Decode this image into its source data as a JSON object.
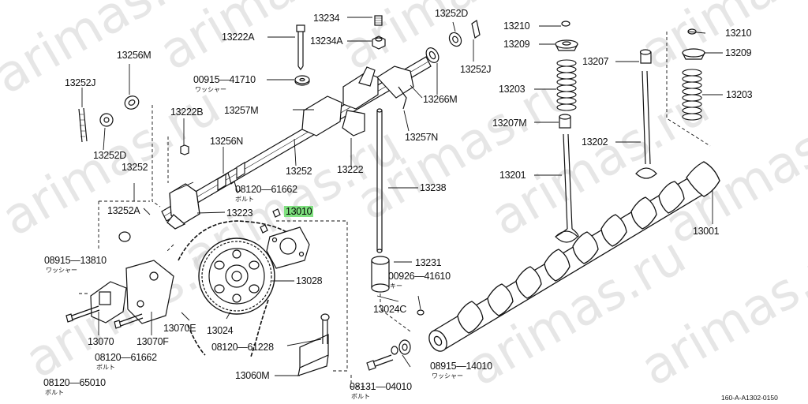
{
  "watermark": "arimas.ru",
  "diagram_ref": "160-A-A1302-0150",
  "highlight_part": "13010",
  "labels": {
    "p13234": "13234",
    "p13234A": "13234A",
    "p13252D_top": "13252D",
    "p13210_a": "13210",
    "p13209_a": "13209",
    "p13210_b": "13210",
    "p13209_b": "13209",
    "p13222A": "13222A",
    "p13256M": "13256M",
    "p13252J_left": "13252J",
    "p13252J_right": "13252J",
    "p00915": "00915—41710",
    "p13266M": "13266M",
    "p13203_a": "13203",
    "p13207": "13207",
    "p13203_b": "13203",
    "p13222B": "13222B",
    "p13257M": "13257M",
    "p13207M": "13207M",
    "p13252D_left": "13252D",
    "p13256N": "13256N",
    "p13257N": "13257N",
    "p13202": "13202",
    "p13252_a": "13252",
    "p13252_b": "13252",
    "p13222": "13222",
    "p13201": "13201",
    "p08120_61662_a": "08120—61662",
    "p13238": "13238",
    "p13252A": "13252A",
    "p13223": "13223",
    "p13001": "13001",
    "p08915_13810": "08915—13810",
    "p13231": "13231",
    "p00926": "00926—41610",
    "p13028": "13028",
    "p13024C": "13024C",
    "p13070E": "13070E",
    "p13024": "13024",
    "p13070": "13070",
    "p13070F": "13070F",
    "p08120_61228": "08120—61228",
    "p08120_61662_b": "08120—61662",
    "p08915_14010": "08915—14010",
    "p13060M": "13060M",
    "p08120_65010": "08120—65010",
    "p08131": "08131—04010"
  },
  "sublabels": {
    "s00915": "ワッシャー",
    "s08120_a": "ボルト",
    "s08915_13810": "ワッシャー",
    "s00926": "キー",
    "s08120_b": "ボルト",
    "s08915_14010": "ワッシャー",
    "s08120_65010": "ボルト",
    "s08131": "ボルト"
  }
}
